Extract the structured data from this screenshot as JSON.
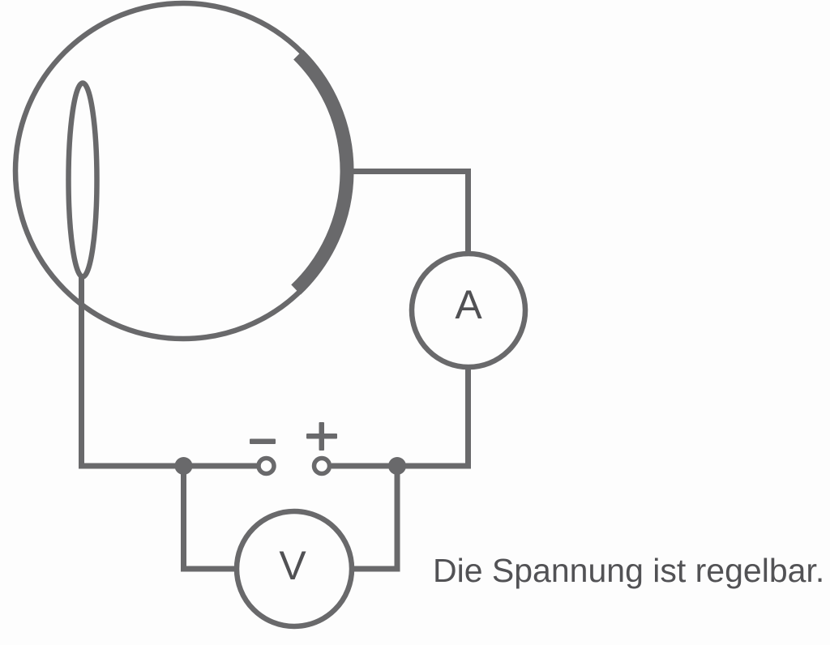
{
  "scene": {
    "caption": "Die Spannung ist regelbar.",
    "ammeter_label": "A",
    "voltmeter_label": "V",
    "minus_symbol": "−",
    "plus_symbol": "+",
    "colors": {
      "line": "#69696b",
      "text": "#525255",
      "background": "#fdfdfd"
    }
  }
}
